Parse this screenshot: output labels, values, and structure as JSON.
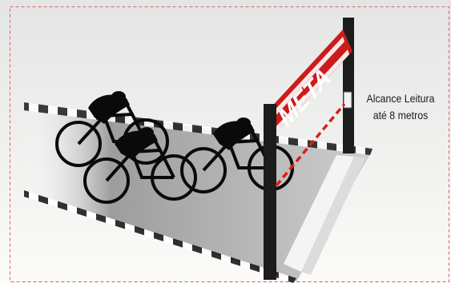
{
  "banner": {
    "text": "META"
  },
  "range_label": {
    "line1": "Alcance Leitura",
    "line2": "até 8 metros"
  },
  "colors": {
    "banner_red": "#cc1b1b",
    "beam_red": "#e01c1c",
    "border_red": "#e06060",
    "pole": "#1c1c1c"
  },
  "icons": [
    "cyclist-icon",
    "cyclist-icon",
    "cyclist-icon",
    "finish-line-gate",
    "reader-sensor-icon"
  ]
}
